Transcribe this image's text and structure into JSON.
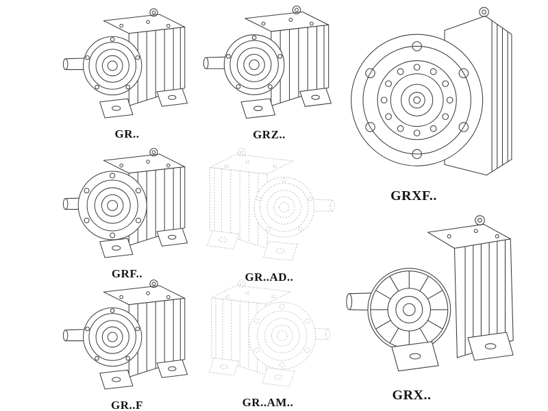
{
  "page": {
    "background": "#ffffff",
    "line_color": "#3a3a3a",
    "faint_line_color": "#c6c6c6",
    "label_color": "#141414"
  },
  "figures": [
    {
      "id": "gr",
      "label": "GR..",
      "style": "solid"
    },
    {
      "id": "grz",
      "label": "GRZ..",
      "style": "solid"
    },
    {
      "id": "grxf",
      "label": "GRXF..",
      "style": "solid"
    },
    {
      "id": "grf",
      "label": "GRF..",
      "style": "solid"
    },
    {
      "id": "grad",
      "label": "GR..AD..",
      "style": "faint"
    },
    {
      "id": "grff",
      "label": "GR..F",
      "style": "solid"
    },
    {
      "id": "gram",
      "label": "GR..AM..",
      "style": "faint"
    },
    {
      "id": "grx",
      "label": "GRX..",
      "style": "solid"
    }
  ]
}
